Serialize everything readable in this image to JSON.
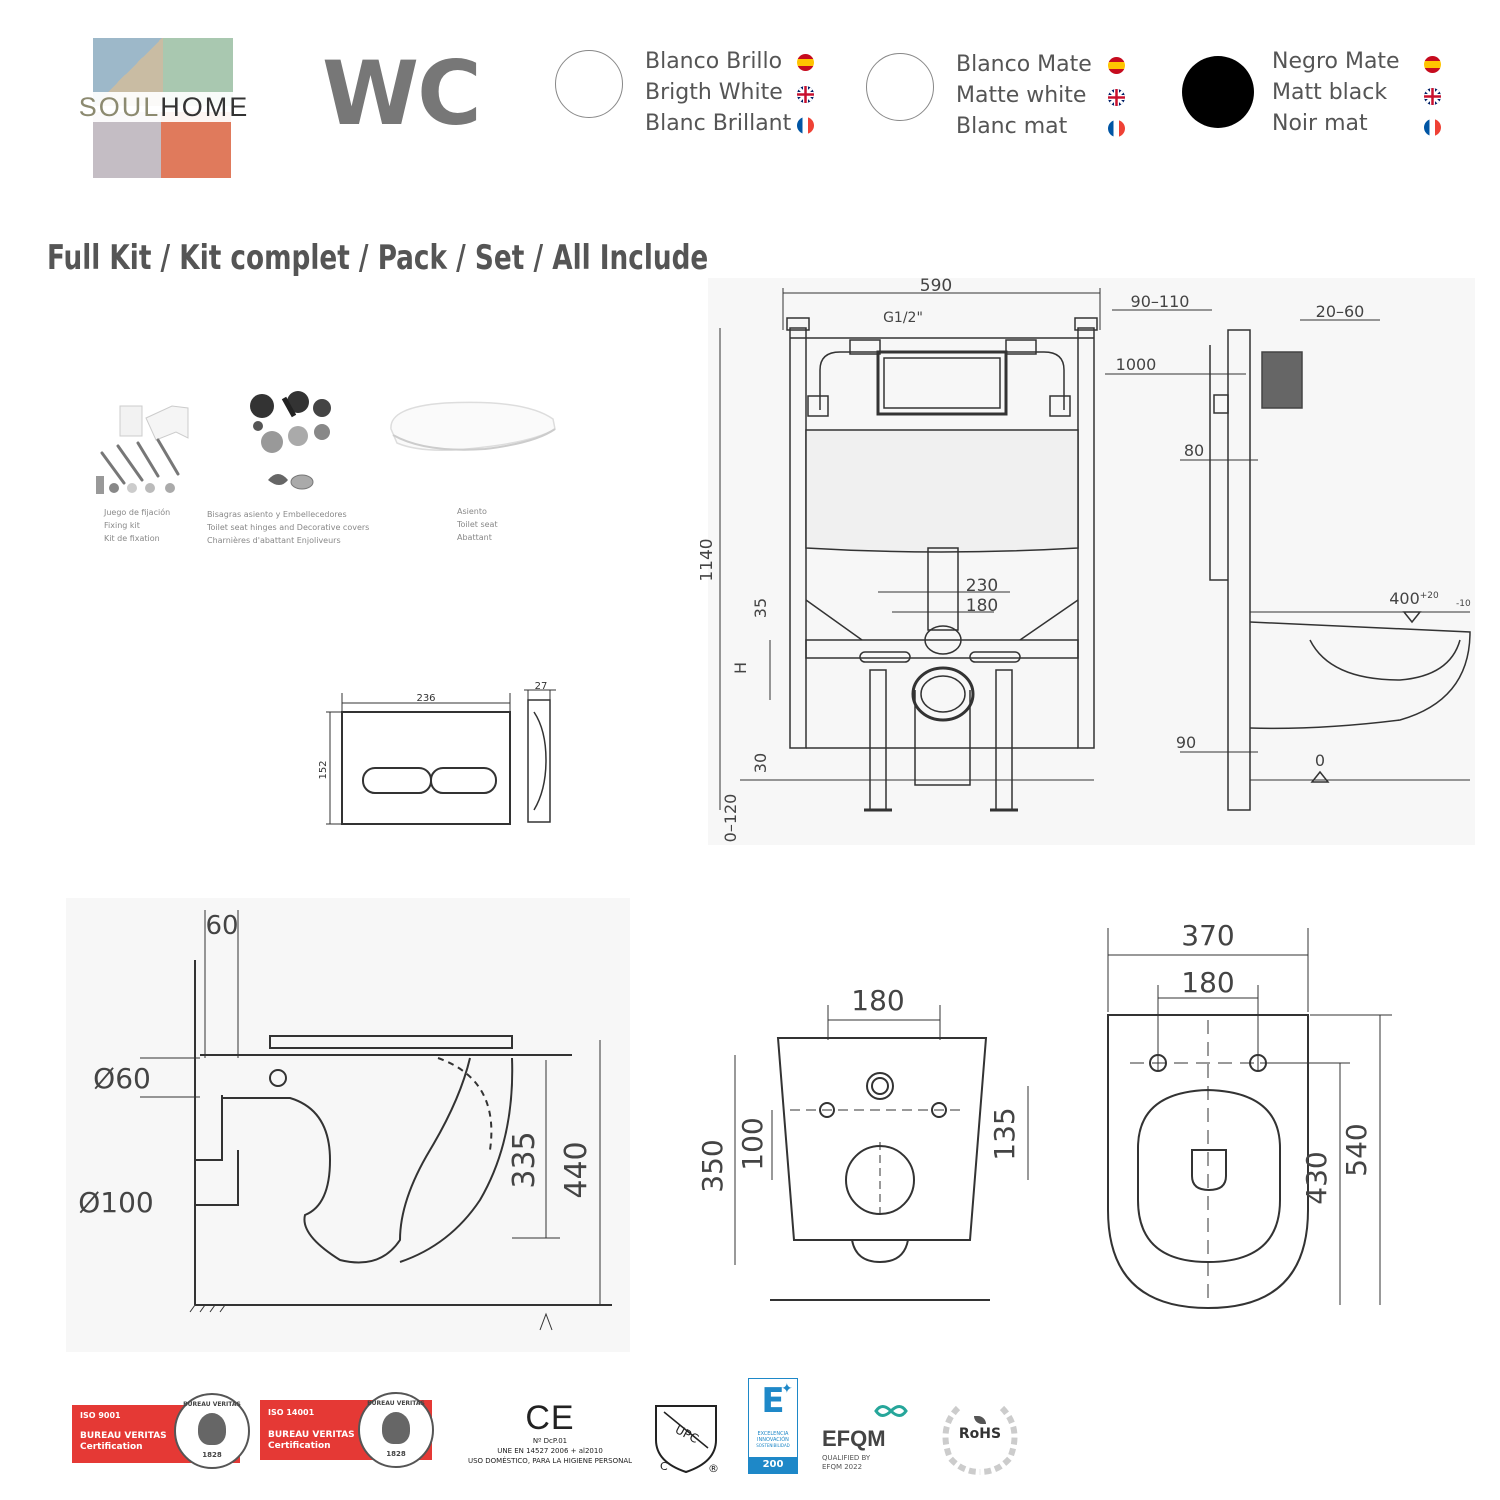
{
  "brand": {
    "name_left": "SOUL",
    "name_right": "HOME"
  },
  "product": {
    "code": "WC"
  },
  "colors": {
    "options": [
      {
        "es": "Blanco Brillo",
        "en": "Brigth White",
        "fr": "Blanc Brillant",
        "swatch": "#ffffff"
      },
      {
        "es": "Blanco Mate",
        "en": "Matte white",
        "fr": "Blanc mat",
        "swatch": "#ffffff"
      },
      {
        "es": "Negro Mate",
        "en": "Matt black",
        "fr": "Noir mat",
        "swatch": "#000000"
      }
    ],
    "flags": [
      "es-flag-icon",
      "uk-flag-icon",
      "fr-flag-icon"
    ],
    "accent_red": "#e53935",
    "line_color": "#555555"
  },
  "heading": {
    "title": "Full Kit / Kit complet / Pack / Set / All Include"
  },
  "kit_items": [
    {
      "icon": "fixing-kit-icon",
      "lines": [
        "Juego de fijación",
        "Fixing kit",
        "Kit de fixation"
      ]
    },
    {
      "icon": "hinges-covers-icon",
      "lines": [
        "Bisagras asiento y Embellecedores",
        "Toilet seat hinges and Decorative covers",
        "Charnières d'abattant Enjoliveurs"
      ]
    },
    {
      "icon": "toilet-seat-icon",
      "lines": [
        "Asiento",
        "Toilet seat",
        "Abattant"
      ]
    }
  ],
  "flush_plate": {
    "width": "236",
    "height": "152",
    "depth": "27"
  },
  "frame": {
    "width": "590",
    "range_a": "90–110",
    "range_b": "20–60",
    "height": "1140",
    "level_1000": "1000",
    "dim_80": "80",
    "dim_35": "35",
    "dim_H": "H",
    "dim_230": "230",
    "dim_180": "180",
    "dim_90": "90",
    "dim_30": "30",
    "dim_0_120": "0–120",
    "seat_height": "400",
    "seat_tol_plus": "+20",
    "seat_tol_minus": "-10",
    "ground": "0",
    "water_inlet": "G1/2\""
  },
  "bowl_side": {
    "d60": "60",
    "dia60": "Ø60",
    "dia100": "Ø100",
    "h335": "335",
    "h440": "440"
  },
  "bowl_front": {
    "w180": "180",
    "h350": "350",
    "h100": "100",
    "h135": "135"
  },
  "bowl_top": {
    "w370": "370",
    "w180": "180",
    "l430": "430",
    "l540": "540"
  },
  "certifications": {
    "iso9001": {
      "std": "ISO 9001",
      "body": "BUREAU VERITAS",
      "label": "Certification",
      "ring": "BUREAU VERITAS",
      "year": "1828"
    },
    "iso14001": {
      "std": "ISO 14001",
      "body": "BUREAU VERITAS",
      "label": "Certification",
      "ring": "BUREAU VERITAS",
      "year": "1828"
    },
    "ce": {
      "mark": "CE",
      "line1": "Nº DcP.01",
      "line2": "UNE EN 14527 2006 + al2010",
      "line3": "USO DOMÉSTICO, PARA LA HIGIENE PERSONAL"
    },
    "upc": {
      "mark": "UPC",
      "c": "C",
      "r": "®"
    },
    "excelencia": {
      "letter": "E",
      "line1": "EXCELENCIA",
      "line2": "INNOVACIÓN",
      "line3": "SOSTENIBILIDAD",
      "badge": "200"
    },
    "efqm": {
      "mark": "EFQM",
      "line1": "QUALIFIED BY",
      "line2": "EFQM 2022"
    },
    "rohs": {
      "mark": "RoHS"
    }
  }
}
